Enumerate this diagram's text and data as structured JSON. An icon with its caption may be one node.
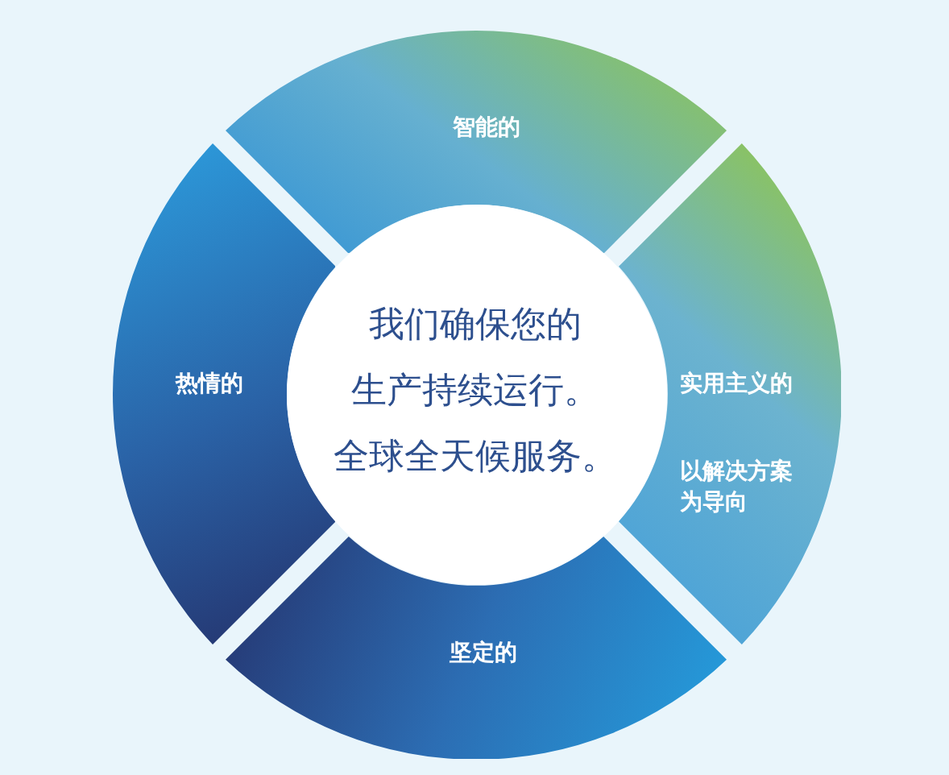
{
  "diagram": {
    "nodes": [
      {
        "text": [
          "智能的"
        ]
      },
      {
        "text": [
          "热情的"
        ]
      },
      {
        "text": [
          "我们确保您的生产持续运行。全球全天候服务。"
        ]
      },
      {
        "text": [
          "实用主义的",
          "以解决方案为导向"
        ]
      },
      {
        "text": [
          "坚定的"
        ]
      }
    ]
  }
}
